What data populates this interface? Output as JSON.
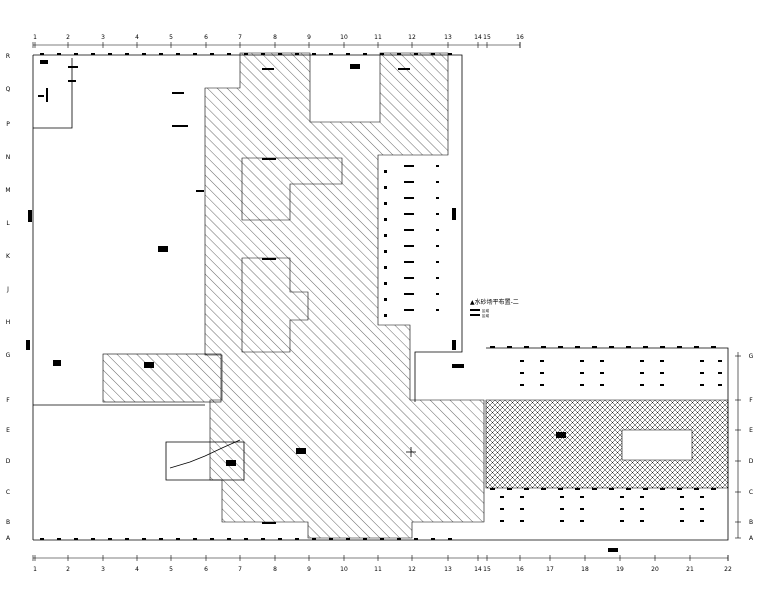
{
  "grid": {
    "top_columns": [
      "1",
      "2",
      "3",
      "4",
      "5",
      "6",
      "7",
      "8",
      "9",
      "10",
      "11",
      "12",
      "13",
      "14",
      "15",
      "16"
    ],
    "bottom_columns": [
      "1",
      "2",
      "3",
      "4",
      "5",
      "6",
      "7",
      "8",
      "9",
      "10",
      "11",
      "12",
      "13",
      "14",
      "15",
      "16",
      "17",
      "18",
      "19",
      "20",
      "21",
      "22"
    ],
    "left_rows": [
      "R",
      "Q",
      "P",
      "N",
      "M",
      "L",
      "K",
      "J",
      "H",
      "G",
      "F",
      "E",
      "D",
      "C",
      "B",
      "A"
    ],
    "right_rows": [
      "G",
      "F",
      "E",
      "D",
      "C",
      "B",
      "A"
    ]
  },
  "annotations": {
    "legend_title": "▲水砂场平布置-二",
    "legend_line_1": "区域",
    "legend_line_2": "区域"
  },
  "colors": {
    "ink": "#000000",
    "paper": "#ffffff"
  }
}
